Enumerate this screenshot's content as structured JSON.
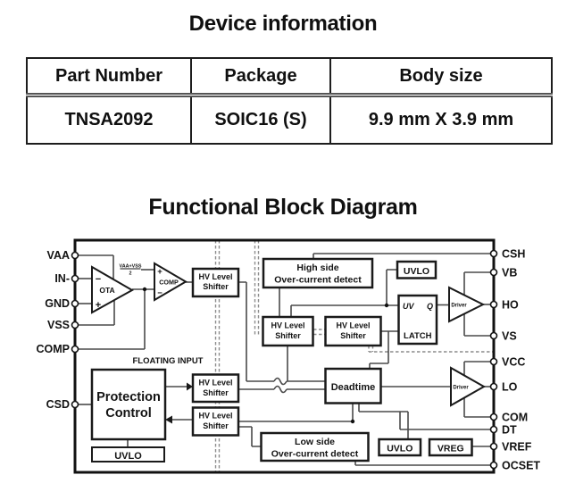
{
  "device_info": {
    "title": "Device information",
    "table": {
      "headers": [
        "Part Number",
        "Package",
        "Body size"
      ],
      "rows": [
        [
          "TNSA2092",
          "SOIC16 (S)",
          "9.9 mm X 3.9 mm"
        ]
      ]
    }
  },
  "diagram": {
    "title": "Functional Block Diagram",
    "left_pins": [
      "VAA",
      "IN-",
      "GND",
      "VSS",
      "COMP",
      "CSD"
    ],
    "right_pins": [
      "CSH",
      "VB",
      "HO",
      "VS",
      "VCC",
      "LO",
      "COM",
      "DT",
      "VREF",
      "OCSET"
    ],
    "labels": {
      "ota": "OTA",
      "ota_minus": "−",
      "ota_plus": "+",
      "comp": "COMP",
      "comp_plus": "+",
      "comp_minus": "−",
      "frac_num": "VAA+VSS",
      "frac_den": "2",
      "hv_line1": "HV Level",
      "hv_line2": "Shifter",
      "high_side_1": "High side",
      "high_side_2": "Over-current detect",
      "low_side_1": "Low side",
      "low_side_2": "Over-current detect",
      "uvlo": "UVLO",
      "vreg": "VREG",
      "latch_uv": "UV",
      "latch_q": "Q",
      "latch": "LATCH",
      "driver": "Driver",
      "deadtime": "Deadtime",
      "protection_1": "Protection",
      "protection_2": "Control",
      "floating_input": "FLOATING INPUT"
    },
    "colors": {
      "wire": "#4a4a4a",
      "block_border": "#1a1a1a",
      "dashed_boundary": "#8c8c8c",
      "text": "#131313"
    }
  }
}
